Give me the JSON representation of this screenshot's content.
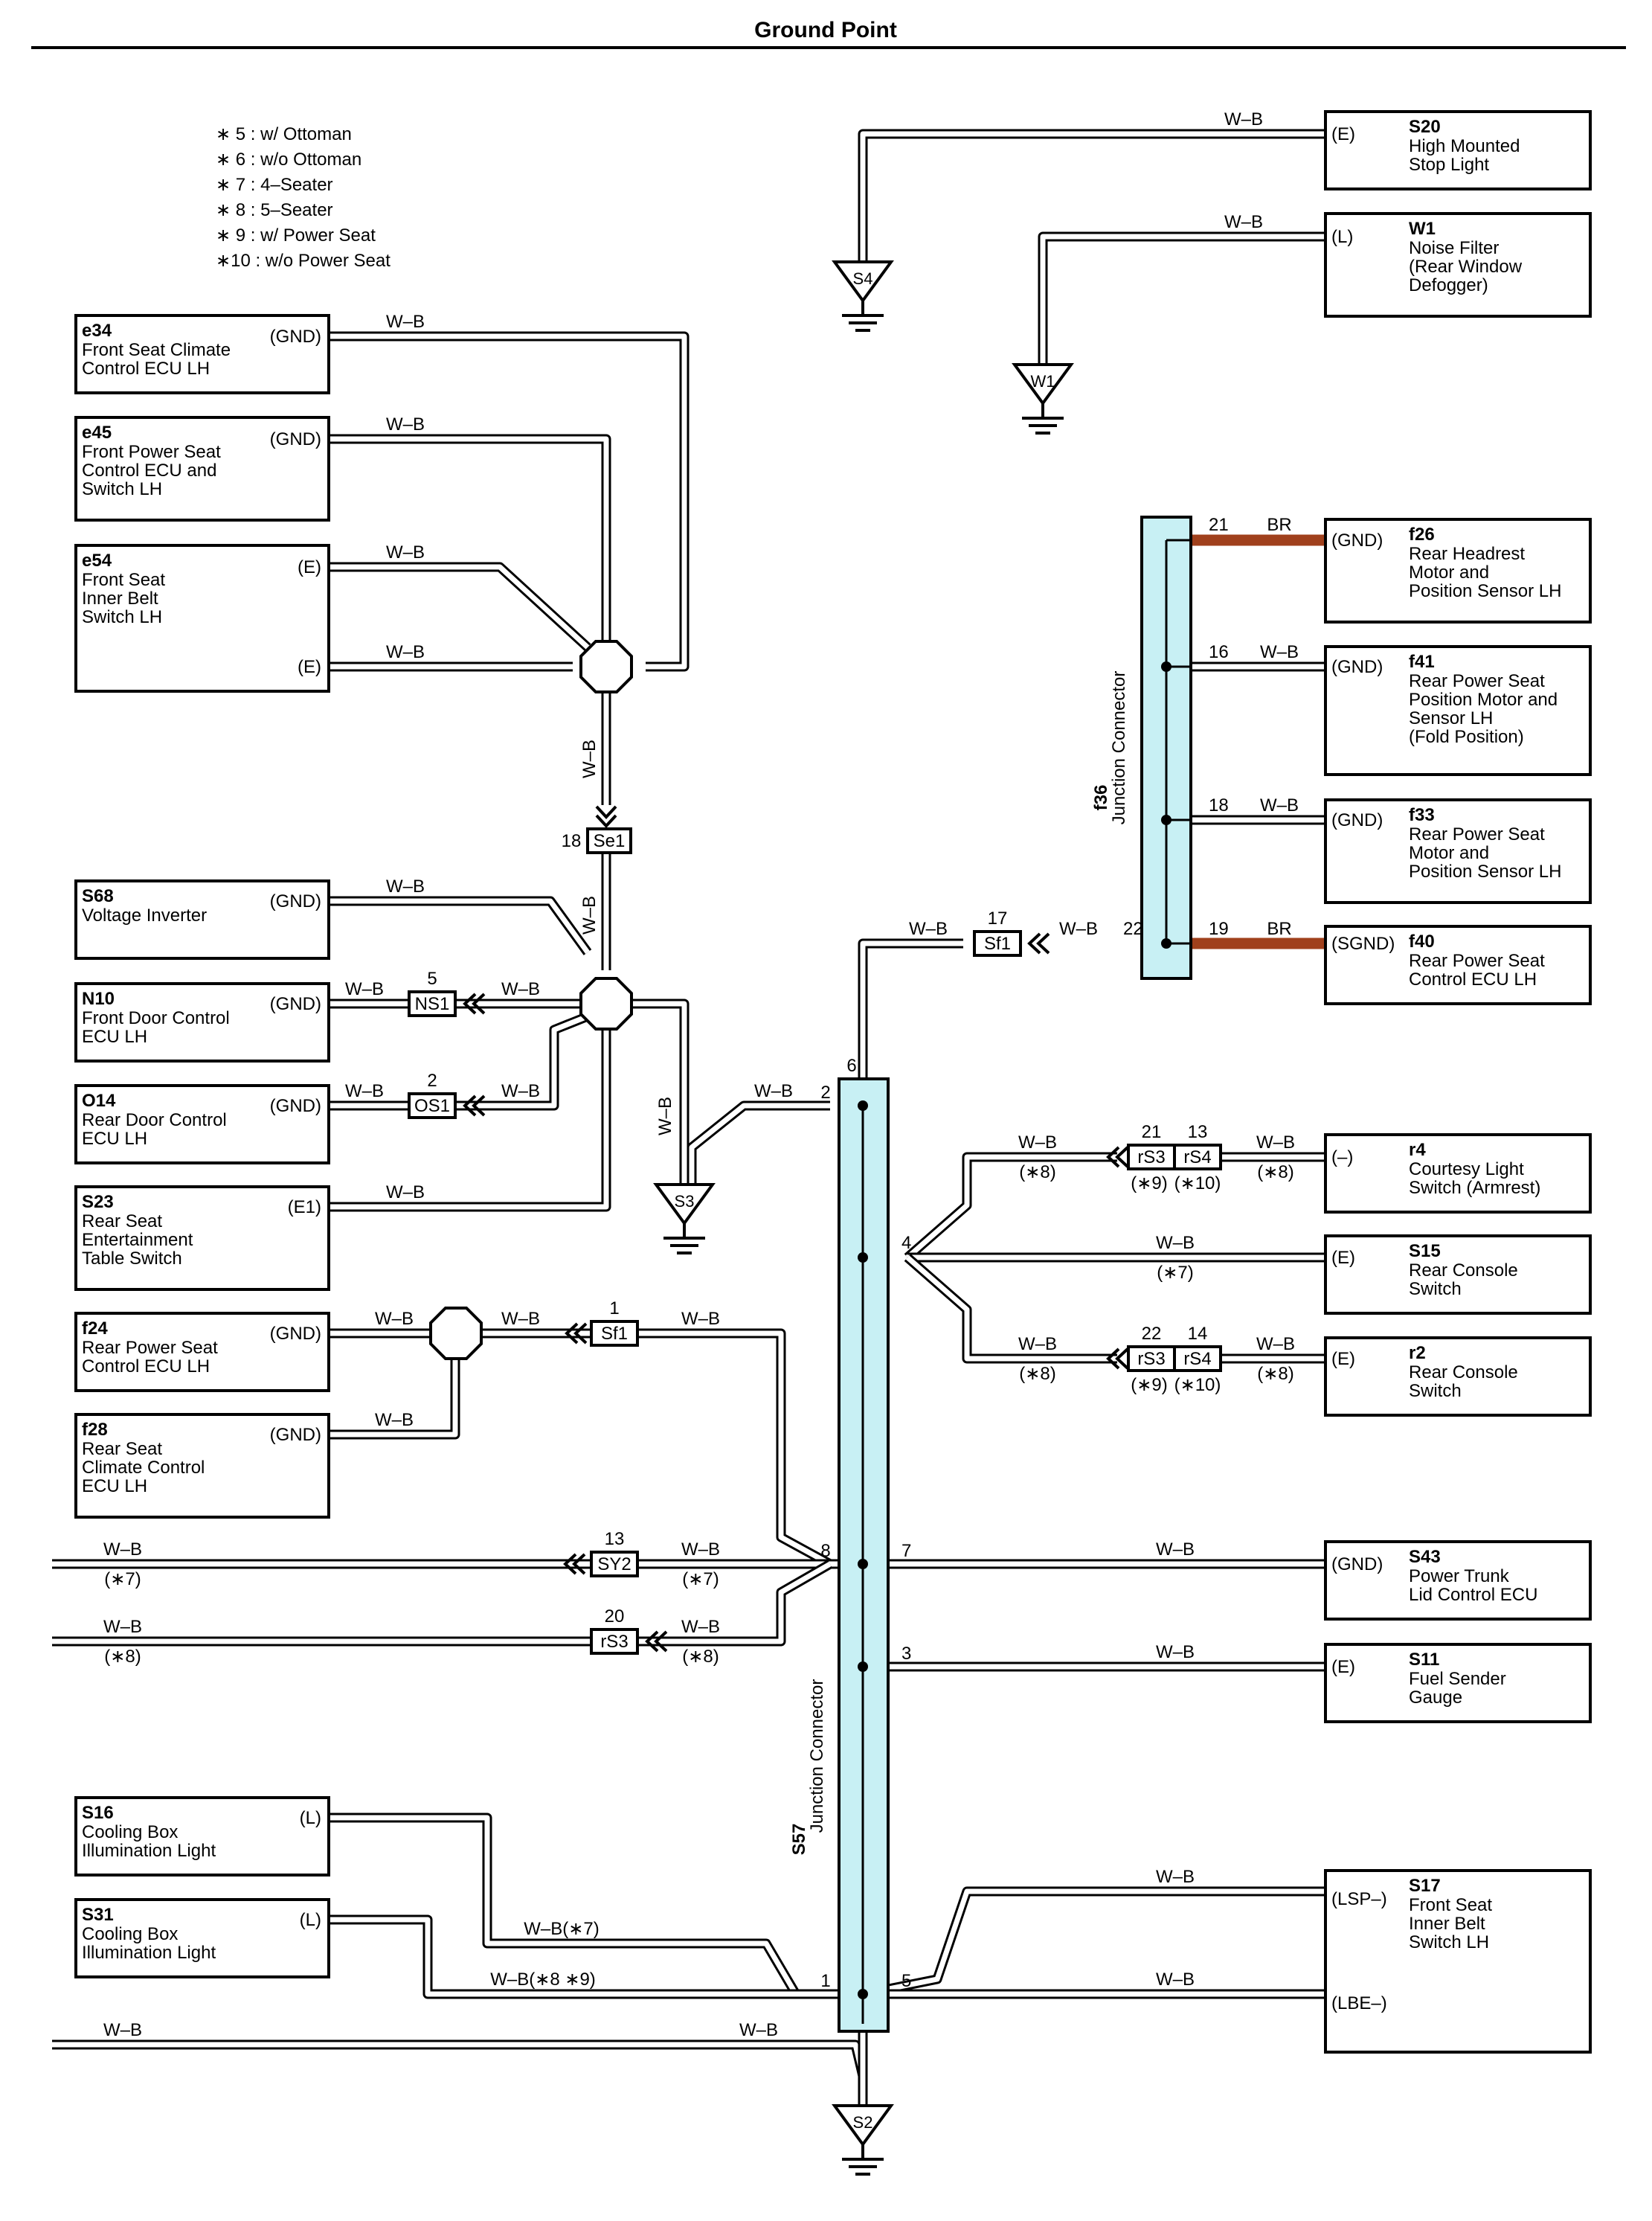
{
  "title": "Ground Point",
  "notes": [
    "∗ 5 : w/ Ottoman",
    "∗ 6 : w/o Ottoman",
    "∗ 7 : 4–Seater",
    "∗ 8 : 5–Seater",
    "∗ 9 : w/ Power Seat",
    "∗10 : w/o Power Seat"
  ],
  "wire_color": "W–B",
  "br_color": "BR",
  "colors": {
    "junction_fill": "#c8f0f4",
    "br_wire": "#a0401c",
    "line": "#000000"
  },
  "components": {
    "e34": {
      "id": "e34",
      "name": [
        "Front Seat Climate",
        "Control ECU LH"
      ],
      "pins": [
        "(GND)"
      ]
    },
    "e45": {
      "id": "e45",
      "name": [
        "Front Power Seat",
        "Control ECU and",
        "Switch LH"
      ],
      "pins": [
        "(GND)"
      ]
    },
    "e54": {
      "id": "e54",
      "name": [
        "Front Seat",
        "Inner Belt",
        "Switch LH"
      ],
      "pins": [
        "(E)",
        "(E)"
      ]
    },
    "S68": {
      "id": "S68",
      "name": [
        "Voltage Inverter"
      ],
      "pins": [
        "(GND)"
      ]
    },
    "N10": {
      "id": "N10",
      "name": [
        "Front Door Control",
        "ECU LH"
      ],
      "pins": [
        "(GND)"
      ]
    },
    "O14": {
      "id": "O14",
      "name": [
        "Rear Door Control",
        "ECU LH"
      ],
      "pins": [
        "(GND)"
      ]
    },
    "S23": {
      "id": "S23",
      "name": [
        "Rear Seat",
        "Entertainment",
        "Table Switch"
      ],
      "pins": [
        "(E1)"
      ]
    },
    "f24": {
      "id": "f24",
      "name": [
        "Rear Power Seat",
        "Control ECU LH"
      ],
      "pins": [
        "(GND)"
      ]
    },
    "f28": {
      "id": "f28",
      "name": [
        "Rear Seat",
        "Climate Control",
        "ECU LH"
      ],
      "pins": [
        "(GND)"
      ]
    },
    "S16": {
      "id": "S16",
      "name": [
        "Cooling Box",
        "Illumination Light"
      ],
      "pins": [
        "(L)"
      ]
    },
    "S31": {
      "id": "S31",
      "name": [
        "Cooling Box",
        "Illumination Light"
      ],
      "pins": [
        "(L)"
      ]
    },
    "S20": {
      "id": "S20",
      "name": [
        "High Mounted",
        "Stop Light"
      ],
      "pins": [
        "(E)"
      ]
    },
    "W1": {
      "id": "W1",
      "name": [
        "Noise Filter",
        "(Rear Window",
        " Defogger)"
      ],
      "pins": [
        "(L)"
      ]
    },
    "f26": {
      "id": "f26",
      "name": [
        "Rear Headrest",
        "Motor and",
        "Position Sensor LH"
      ],
      "pins": [
        "(GND)"
      ]
    },
    "f41": {
      "id": "f41",
      "name": [
        "Rear Power Seat",
        "Position Motor and",
        "Sensor LH",
        "(Fold Position)"
      ],
      "pins": [
        "(GND)"
      ]
    },
    "f33": {
      "id": "f33",
      "name": [
        "Rear Power Seat",
        "Motor and",
        "Position Sensor LH"
      ],
      "pins": [
        "(GND)"
      ]
    },
    "f40": {
      "id": "f40",
      "name": [
        "Rear Power Seat",
        "Control ECU LH"
      ],
      "pins": [
        "(SGND)"
      ]
    },
    "r4": {
      "id": "r4",
      "name": [
        "Courtesy Light",
        "Switch (Armrest)"
      ],
      "pins": [
        "(–)"
      ]
    },
    "S15": {
      "id": "S15",
      "name": [
        "Rear Console",
        "Switch"
      ],
      "pins": [
        "(E)"
      ]
    },
    "r2": {
      "id": "r2",
      "name": [
        "Rear Console",
        "Switch"
      ],
      "pins": [
        "(E)"
      ]
    },
    "S43": {
      "id": "S43",
      "name": [
        "Power Trunk",
        "Lid Control ECU"
      ],
      "pins": [
        "(GND)"
      ]
    },
    "S11": {
      "id": "S11",
      "name": [
        "Fuel Sender",
        "Gauge"
      ],
      "pins": [
        "(E)"
      ]
    },
    "S17": {
      "id": "S17",
      "name": [
        "Front Seat",
        "Inner Belt",
        "Switch LH"
      ],
      "pins": [
        "(LSP–)",
        "(LBE–)"
      ]
    }
  },
  "connectors": {
    "Se1": {
      "label": "Se1",
      "pin": "18"
    },
    "NS1": {
      "label": "NS1",
      "pin": "5"
    },
    "OS1": {
      "label": "OS1",
      "pin": "2"
    },
    "Sf1a": {
      "label": "Sf1",
      "pin": "1"
    },
    "Sf1b": {
      "label": "Sf1",
      "pin": "17"
    },
    "SY2": {
      "label": "SY2",
      "pin": "13"
    },
    "rS3a": {
      "label": "rS3",
      "pin": "20"
    },
    "rS3b": {
      "label": "rS3",
      "pin": "21"
    },
    "rS4b": {
      "label": "rS4",
      "pin": "13"
    },
    "rS3c": {
      "label": "rS3",
      "pin": "22"
    },
    "rS4c": {
      "label": "rS4",
      "pin": "14"
    }
  },
  "grounds": {
    "S4": "S4",
    "W1": "W1",
    "S3": "S3",
    "S2": "S2"
  },
  "junctions": {
    "f36": {
      "id": "f36",
      "name": "Junction Connector",
      "pins": [
        "21",
        "16",
        "18",
        "19",
        "22"
      ]
    },
    "S57": {
      "id": "S57",
      "name": "Junction Connector",
      "pins": [
        "6",
        "2",
        "4",
        "8",
        "7",
        "3",
        "1",
        "5"
      ]
    }
  },
  "conditions": {
    "c7": "(∗7)",
    "c8": "(∗8)",
    "c9": "(∗9)",
    "c10": "(∗10)",
    "wb7": "W–B(∗7)",
    "wb89": "W–B(∗8 ∗9)"
  }
}
